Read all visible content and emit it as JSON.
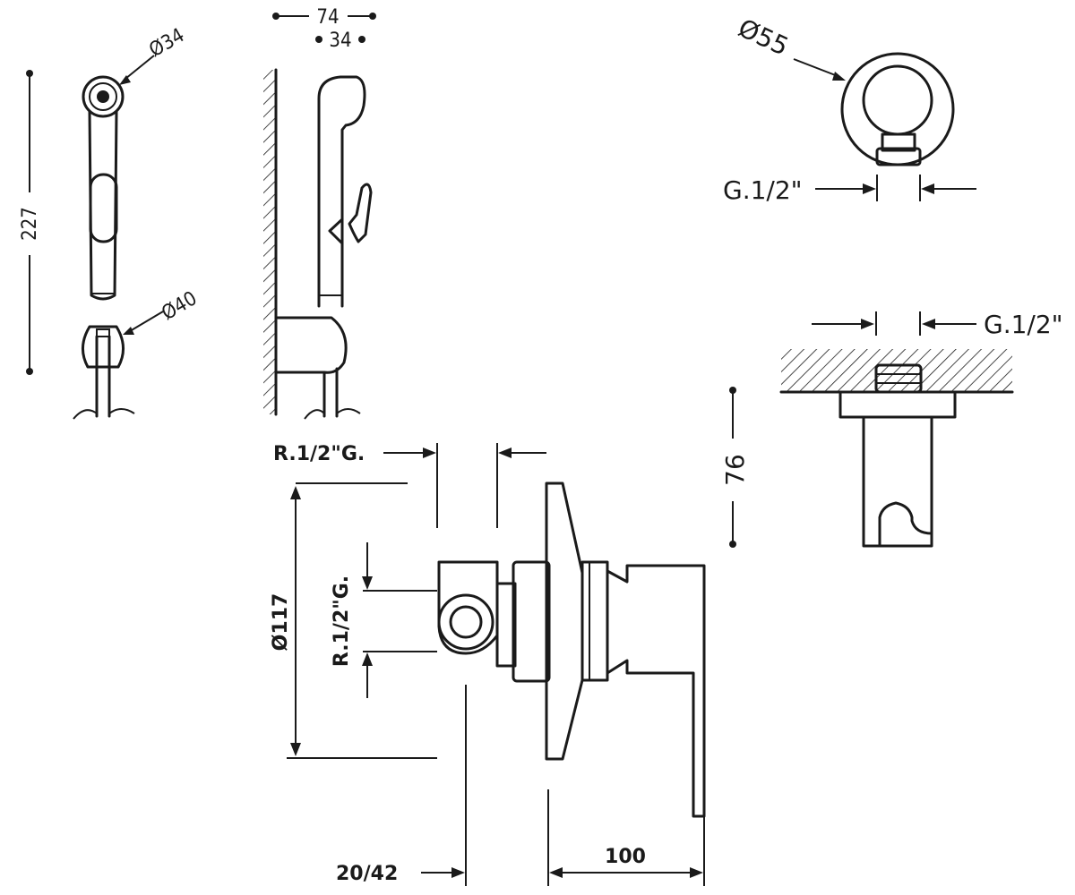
{
  "labels": {
    "d34": "Ø34",
    "d40": "Ø40",
    "h227": "227",
    "w74": "74",
    "w34": "34",
    "d55": "Ø55",
    "g12_top": "G.1/2\"",
    "g12_mid": "G.1/2\"",
    "h76": "76",
    "r12g_top": "R.1/2\"G.",
    "r12g_side": "R.1/2\"G.",
    "d117": "Ø117",
    "w2042": "20/42",
    "w100": "100"
  }
}
